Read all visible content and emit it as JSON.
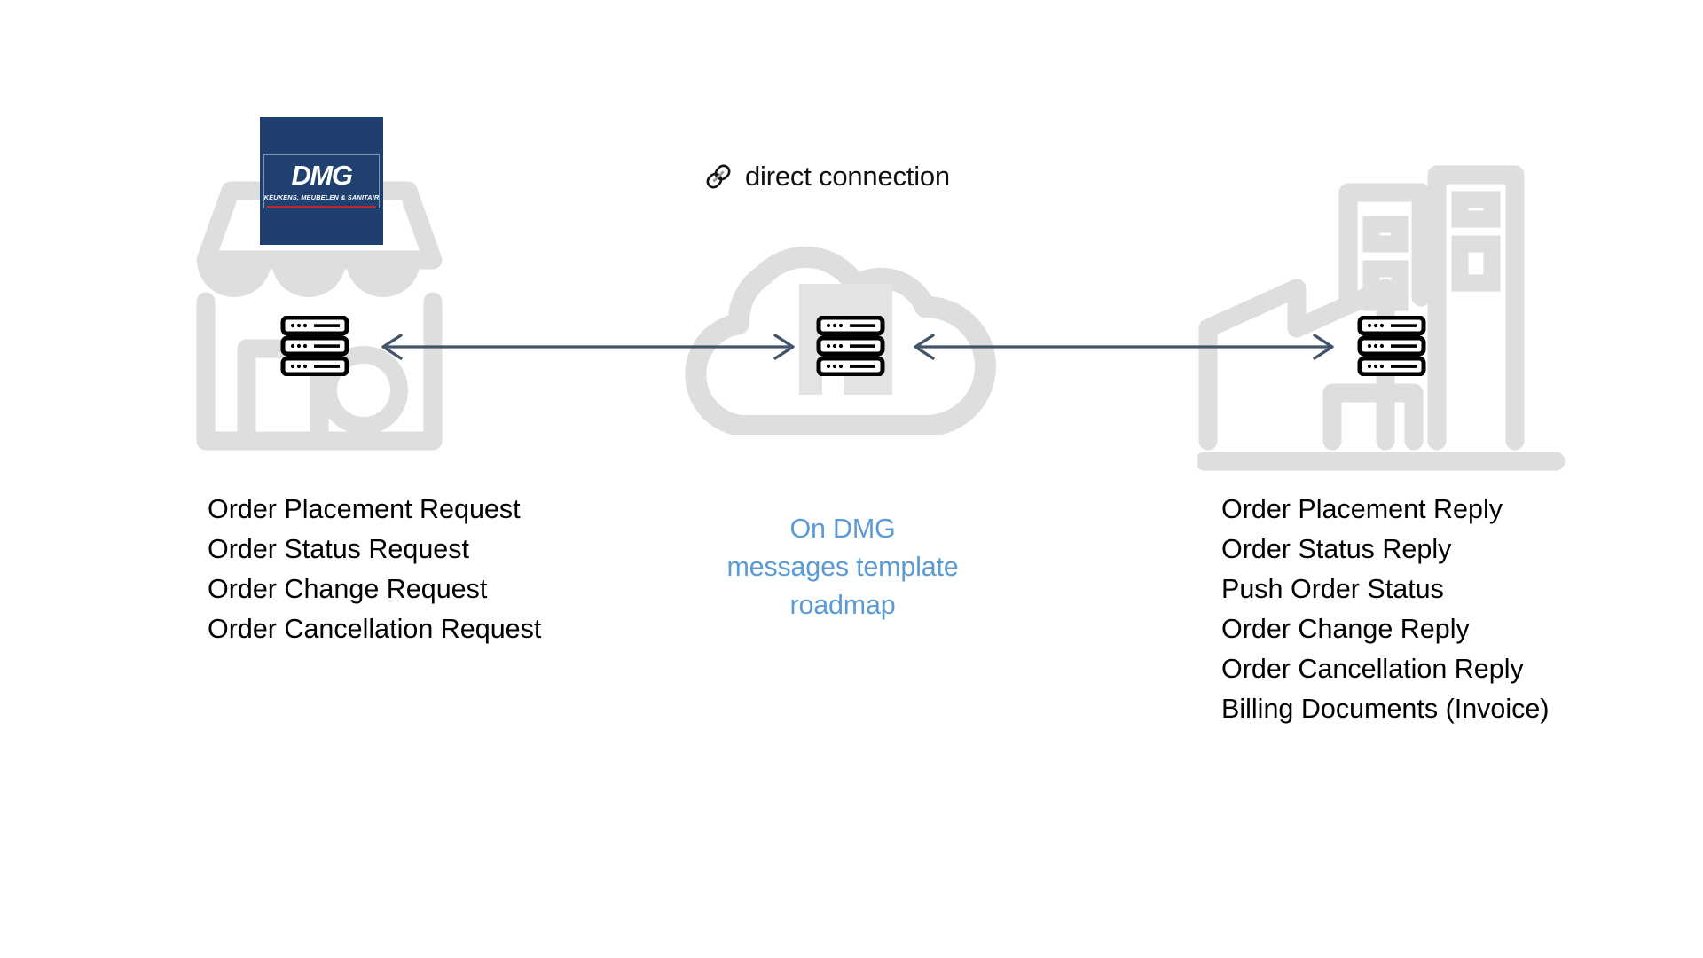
{
  "diagram": {
    "background_color": "#ffffff",
    "glyph_color": "#dedede",
    "arrow_color": "#44546a",
    "accent_blue": "#5b9bd5",
    "logo_navy": "#1f3f6e",
    "logo_red": "#c0282d"
  },
  "logo": {
    "name": "DMG",
    "tagline": "KEUKENS, MEUBELEN & SANITAIR",
    "icon": "dmg-logo"
  },
  "connection": {
    "label": "direct connection",
    "icon": "chain-link-icon"
  },
  "nodes": {
    "left": {
      "icon": "storefront-icon",
      "server_icon": "server-rack-icon"
    },
    "center": {
      "icon": "cloud-icon",
      "server_icon": "server-rack-icon",
      "caption_lines": [
        "On DMG",
        "messages template",
        "roadmap"
      ]
    },
    "right": {
      "icon": "factory-icon",
      "server_icon": "server-rack-icon"
    }
  },
  "arrows": {
    "left_segment": "bidirectional-arrow",
    "right_segment": "bidirectional-arrow"
  },
  "messages": {
    "outbound": [
      "Order Placement Request",
      "Order Status Request",
      "Order Change Request",
      "Order Cancellation Request"
    ],
    "inbound": [
      "Order Placement Reply",
      "Order Status Reply",
      "Push Order Status",
      "Order Change Reply",
      "Order Cancellation Reply",
      "Billing Documents (Invoice)"
    ]
  }
}
